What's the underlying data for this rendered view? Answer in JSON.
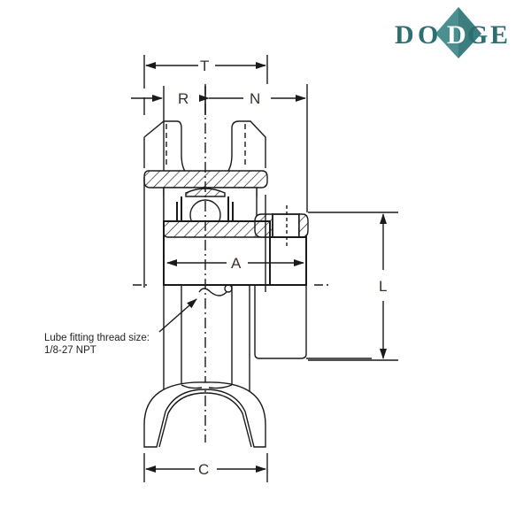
{
  "brand": {
    "name": "DODGE",
    "letters": [
      "D",
      "O",
      "D",
      "G",
      "E"
    ],
    "color": "#2e6e70",
    "diamond_color": "#4b8f90"
  },
  "dimensions": {
    "T": "T",
    "R": "R",
    "N": "N",
    "A": "A",
    "L": "L",
    "C": "C"
  },
  "note": {
    "line1": "Lube fitting thread size:",
    "line2": "1/8-27 NPT"
  },
  "colors": {
    "line": "#1a1a1a",
    "label": "#3a2f2a"
  }
}
